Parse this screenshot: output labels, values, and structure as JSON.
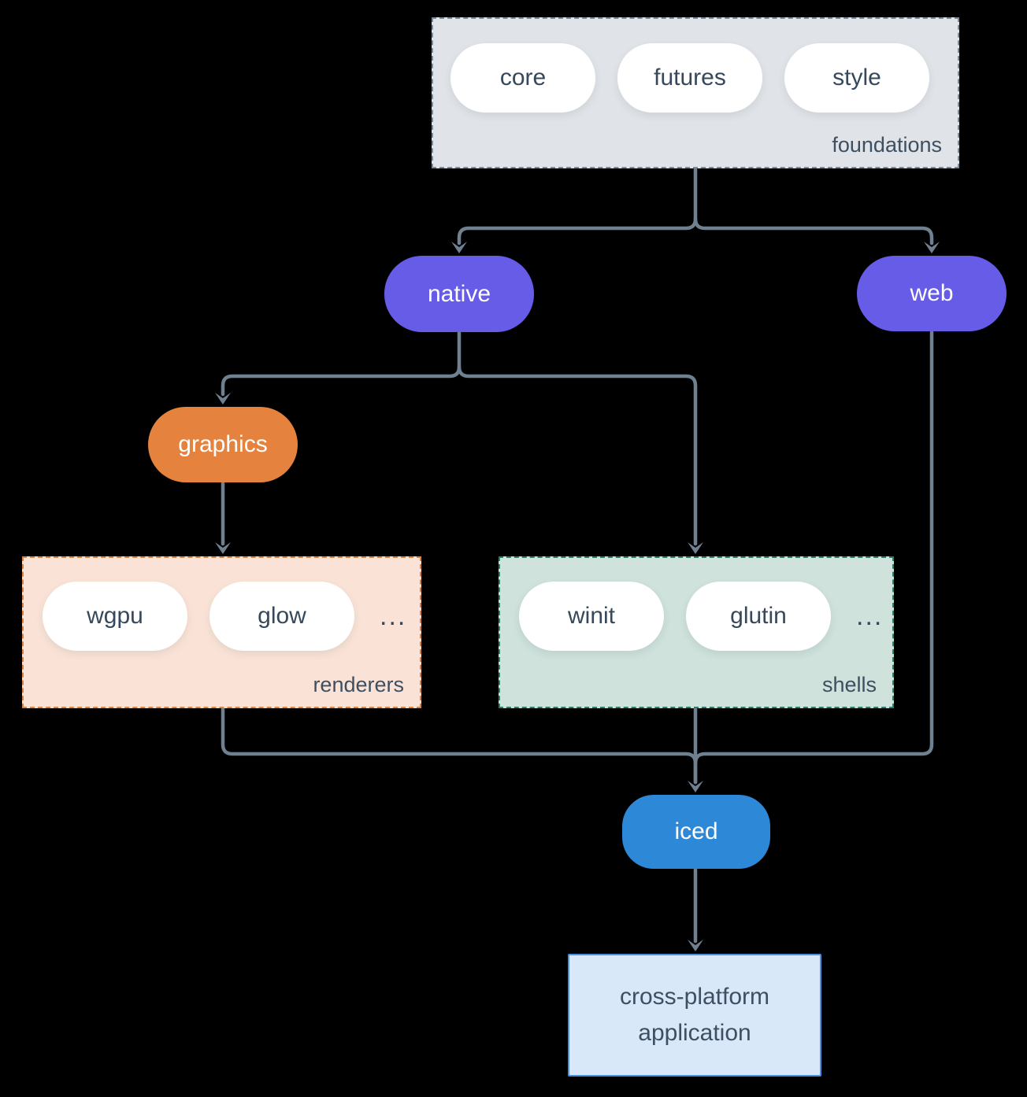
{
  "diagram": {
    "title": "iced crate ecosystem diagram",
    "background_color": "#000000",
    "connector_color": "#6f8090",
    "groups": {
      "foundations": {
        "label": "foundations",
        "bg": "#e0e4e8",
        "border": "#7c8b9a",
        "items": [
          "core",
          "futures",
          "style"
        ]
      },
      "renderers": {
        "label": "renderers",
        "bg": "#fae3d6",
        "border": "#e0813c",
        "items": [
          "wgpu",
          "glow"
        ],
        "ellipsis": "..."
      },
      "shells": {
        "label": "shells",
        "bg": "#cfe2dc",
        "border": "#2a7f6c",
        "items": [
          "winit",
          "glutin"
        ],
        "ellipsis": "..."
      }
    },
    "nodes": {
      "native": {
        "label": "native",
        "bg": "#675ce8"
      },
      "web": {
        "label": "web",
        "bg": "#675ce8"
      },
      "graphics": {
        "label": "graphics",
        "bg": "#e5833e"
      },
      "iced": {
        "label": "iced",
        "bg": "#2e88d8"
      },
      "application": {
        "label_line1": "cross-platform",
        "label_line2": "application",
        "bg": "#d9e8f8",
        "border": "#4a90e2"
      }
    },
    "edges": [
      "foundations -> native",
      "foundations -> web",
      "native -> graphics",
      "native -> shells",
      "graphics -> renderers",
      "renderers -> iced",
      "shells -> iced",
      "web -> iced",
      "iced -> application"
    ]
  }
}
